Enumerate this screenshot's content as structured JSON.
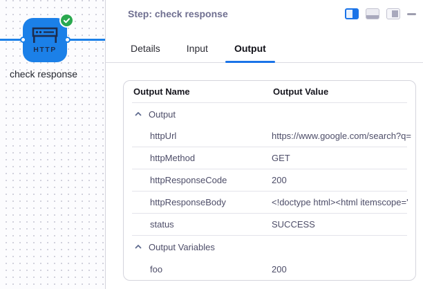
{
  "colors": {
    "accent_blue": "#1a73e8",
    "node_blue": "#1b80e8",
    "success_green": "#2aa84f",
    "icon_navy": "#1d2c4c"
  },
  "canvas": {
    "node": {
      "label": "check response",
      "icon_label": "HTTP",
      "status_icon": "check-circle-green"
    }
  },
  "panel": {
    "title": "Step: check response",
    "toolbar": {
      "icons": [
        "layout-split-view",
        "layout-bottom-panel",
        "layout-right-panel",
        "minimize-dash"
      ]
    },
    "tabs": [
      {
        "label": "Details",
        "active": false
      },
      {
        "label": "Input",
        "active": false
      },
      {
        "label": "Output",
        "active": true
      }
    ],
    "table": {
      "columns": [
        "Output Name",
        "Output Value"
      ],
      "rows": [
        {
          "type": "section",
          "name": "Output"
        },
        {
          "type": "data",
          "name": "httpUrl",
          "value": "https://www.google.com/search?q="
        },
        {
          "type": "data",
          "name": "httpMethod",
          "value": "GET"
        },
        {
          "type": "data",
          "name": "httpResponseCode",
          "value": "200"
        },
        {
          "type": "data",
          "name": "httpResponseBody",
          "value": "<!doctype html><html itemscope='"
        },
        {
          "type": "data",
          "name": "status",
          "value": "SUCCESS"
        },
        {
          "type": "section",
          "name": "Output Variables"
        },
        {
          "type": "data",
          "name": "foo",
          "value": "200"
        }
      ]
    }
  }
}
